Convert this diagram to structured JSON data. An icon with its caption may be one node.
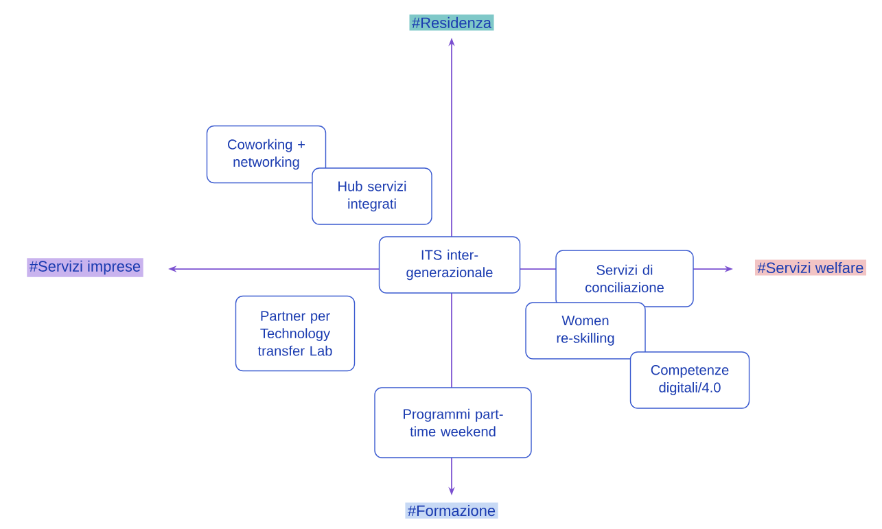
{
  "diagram": {
    "nodes": [
      {
        "text": [
          "Coworking + networking"
        ]
      },
      {
        "text": [
          "Hub servizi integrati"
        ]
      },
      {
        "text": [
          "ITS inter-generazionale"
        ]
      },
      {
        "text": [
          "Servizi di conciliazione"
        ]
      },
      {
        "text": [
          "Partner per Technology transfer Lab"
        ]
      },
      {
        "text": [
          "Women re-skilling"
        ]
      },
      {
        "text": [
          "Competenze digitali/4.0"
        ]
      },
      {
        "text": [
          "Programmi part-time weekend"
        ]
      }
    ],
    "labels": [
      "#Residenza",
      "#Servizi imprese",
      "#Servizi welfare",
      "#Formazione"
    ]
  }
}
